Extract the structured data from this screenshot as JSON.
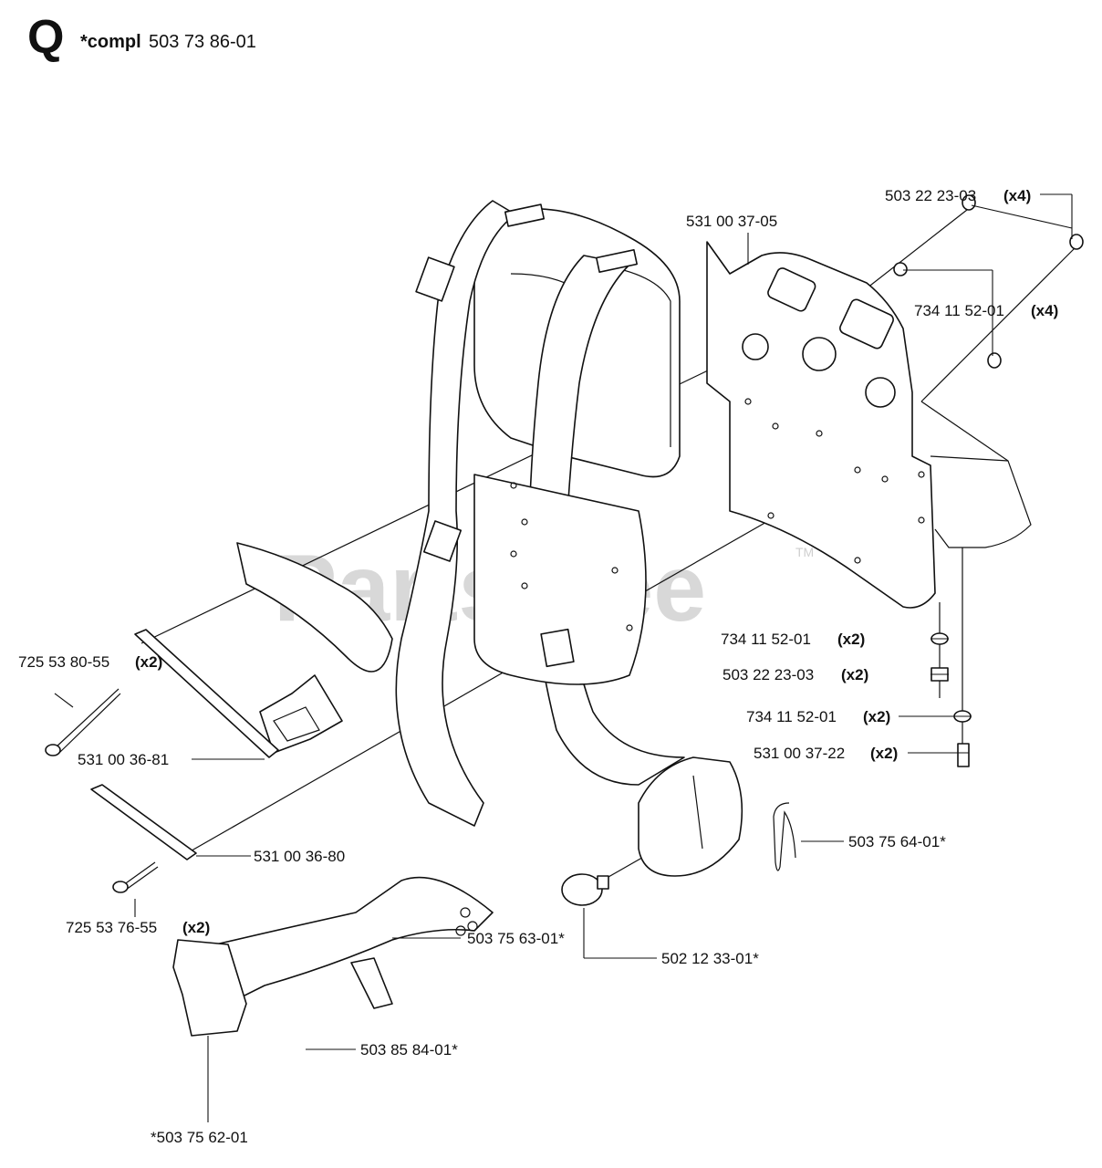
{
  "header": {
    "section_letter": "Q",
    "compl_prefix": "*compl",
    "compl_number": "503 73 86-01"
  },
  "watermark": {
    "text": "PartsTree",
    "trademark": "TM"
  },
  "parts": {
    "harness_frame": "531 00 37-05",
    "nut_top": {
      "number": "503 22 23-03",
      "qty": "(x4)"
    },
    "washer_top": {
      "number": "734 11 52-01",
      "qty": "(x4)"
    },
    "screw_long": {
      "number": "725 53 80-55",
      "qty": "(x2)"
    },
    "plate_81": "531 00 36-81",
    "plate_80": "531 00 36-80",
    "screw_short": {
      "number": "725 53 76-55",
      "qty": "(x2)"
    },
    "washer_mid": {
      "number": "734 11 52-01",
      "qty": "(x2)"
    },
    "nut_mid": {
      "number": "503 22 23-03",
      "qty": "(x2)"
    },
    "washer_low": {
      "number": "734 11 52-01",
      "qty": "(x2)"
    },
    "bolt_22": {
      "number": "531 00 37-22",
      "qty": "(x2)"
    },
    "hair_pin": "503 75 64-01*",
    "knob": "502 12 33-01*",
    "buckle_slide": "503 75 63-01*",
    "waist_belt": "503 85 84-01*",
    "buckle": "*503 75 62-01"
  },
  "colors": {
    "ink": "#111111",
    "watermark": "#cfcfcf",
    "background": "#ffffff"
  }
}
